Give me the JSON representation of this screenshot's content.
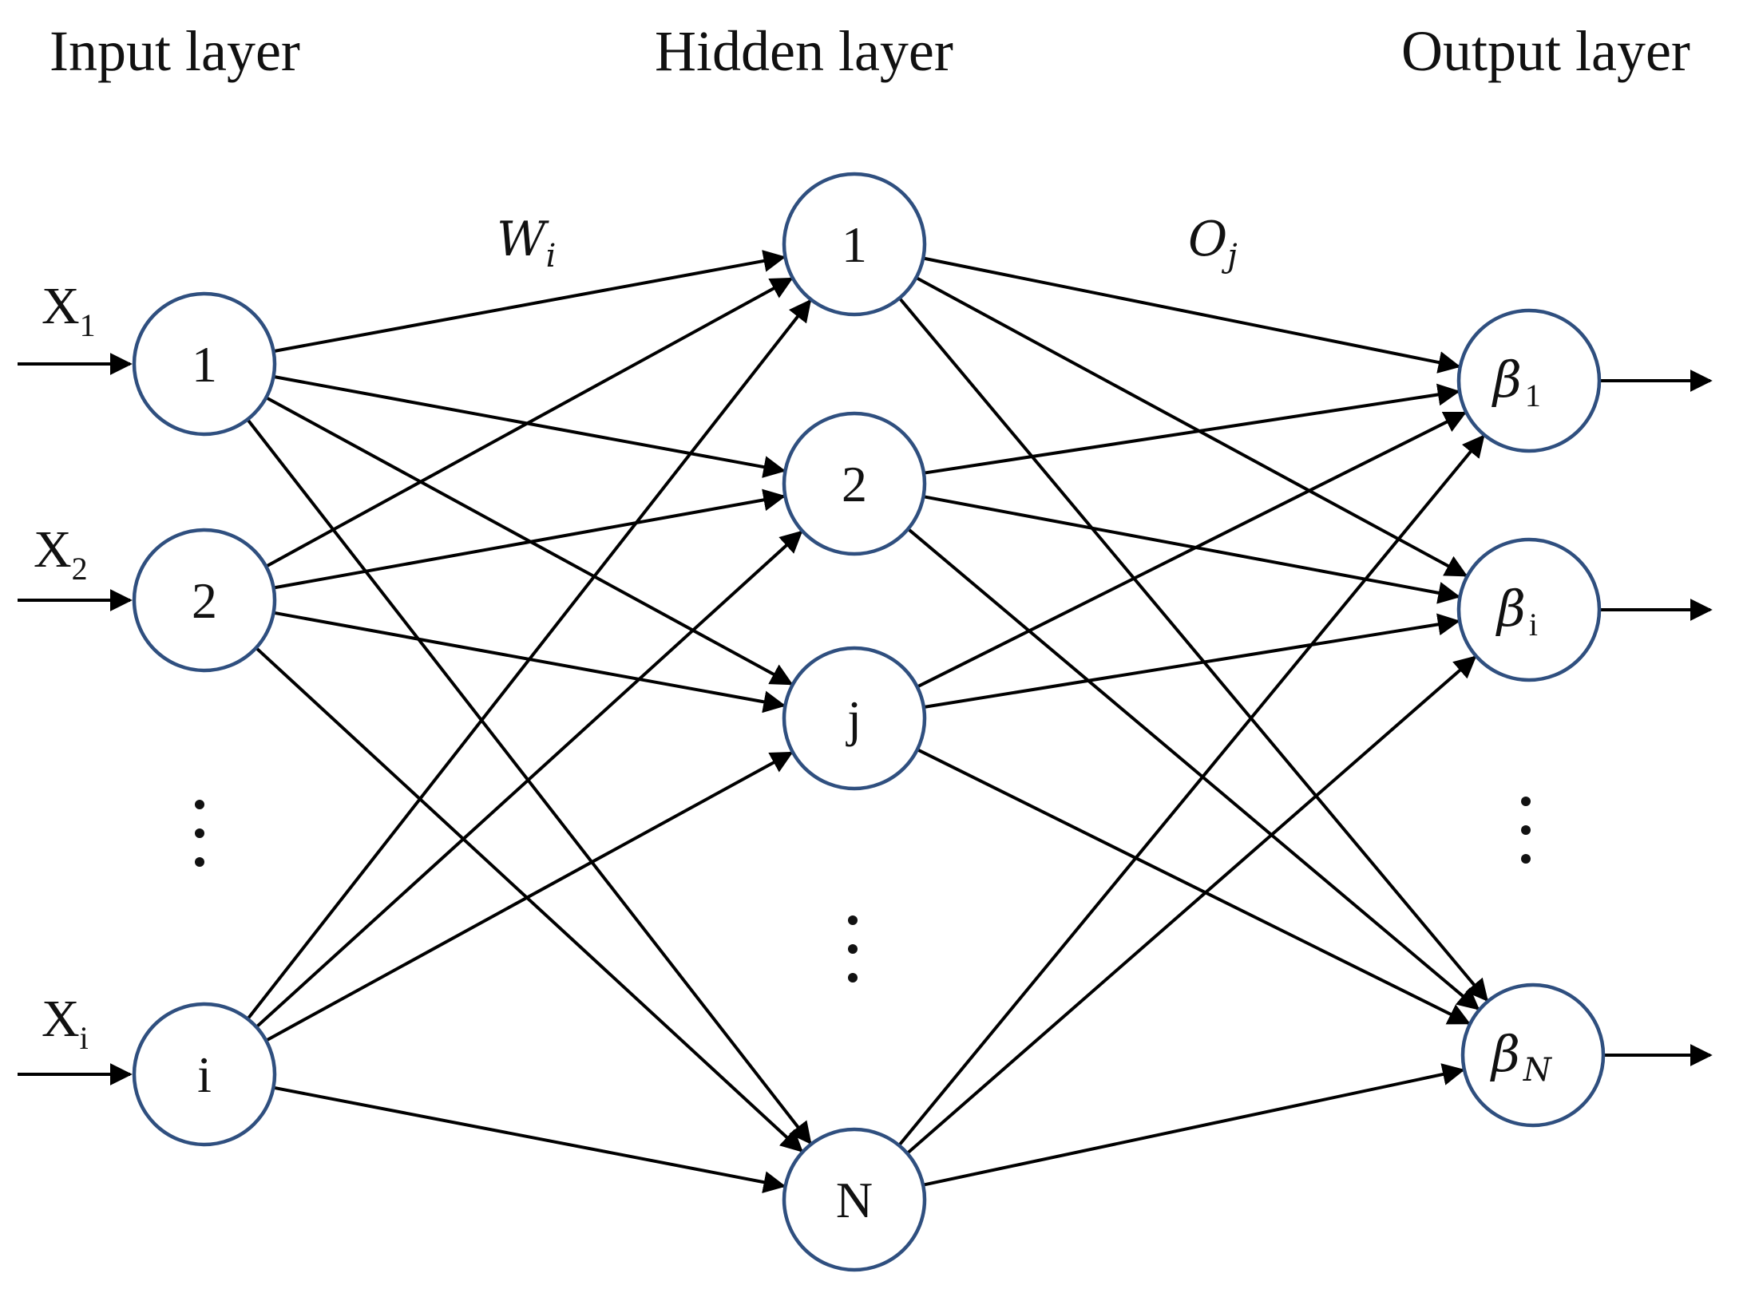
{
  "titles": {
    "input": "Input layer",
    "hidden": "Hidden layer",
    "output": "Output layer"
  },
  "weights": {
    "input_to_hidden": {
      "symbol": "W",
      "sub": "i"
    },
    "hidden_to_output": {
      "symbol": "O",
      "sub": "j"
    }
  },
  "inputs": [
    {
      "main": "X",
      "sub": "1"
    },
    {
      "main": "X",
      "sub": "2"
    },
    {
      "main": "X",
      "sub": "i"
    }
  ],
  "input_nodes": [
    "1",
    "2",
    "i"
  ],
  "hidden_nodes": [
    "1",
    "2",
    "j",
    "N"
  ],
  "output_nodes": [
    {
      "symbol": "β",
      "sub": "1"
    },
    {
      "symbol": "β",
      "sub": "i"
    },
    {
      "symbol": "β",
      "sub": "N"
    }
  ],
  "colors": {
    "node_stroke": "#2f4f7f",
    "line": "#000000"
  }
}
